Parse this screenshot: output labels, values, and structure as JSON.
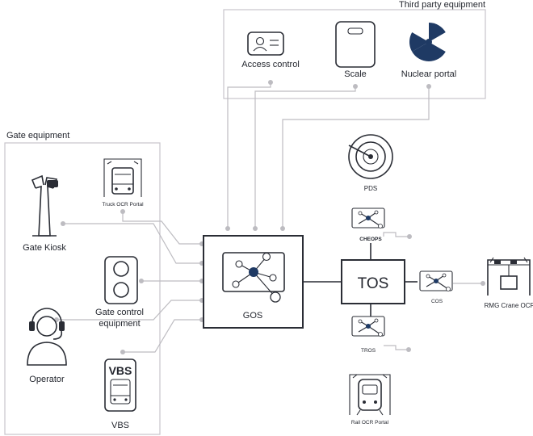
{
  "groups": {
    "third_party": "Third party equipment",
    "gate": "Gate equipment"
  },
  "nodes": {
    "access_control": "Access control",
    "scale": "Scale",
    "nuclear_portal": "Nuclear portal",
    "truck_ocr": "Truck OCR Portal",
    "gate_kiosk": "Gate Kiosk",
    "gate_control": [
      "Gate control",
      "equipment"
    ],
    "operator": "Operator",
    "vbs": "VBS",
    "vbs_sign": "VBS",
    "gos": "GOS",
    "tos": "TOS",
    "pds": "PDS",
    "cheops": "CHEOPS",
    "cos": "COS",
    "tros": "TROS",
    "rmg_crane_ocr": "RMG Crane OCR",
    "rail_ocr": "Rail OCR Portal"
  },
  "colors": {
    "ink": "#2a2d35",
    "connector": "#bdbcc1",
    "accent": "#1f3a64"
  }
}
